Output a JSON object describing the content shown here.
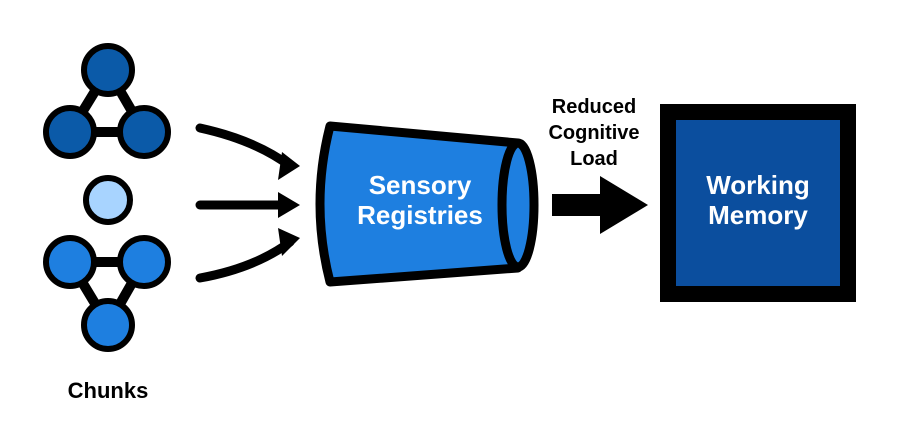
{
  "chunks": {
    "label": "Chunks",
    "top_cluster_color": "#0b5aa8",
    "middle_node_color": "#a8d4ff",
    "bottom_cluster_color": "#1e7fe0"
  },
  "funnel": {
    "label_line1": "Sensory",
    "label_line2": "Registries",
    "color": "#1e7fe0"
  },
  "arrow_label": {
    "line1": "Reduced",
    "line2": "Cognitive",
    "line3": "Load"
  },
  "working_memory": {
    "label_line1": "Working",
    "label_line2": "Memory",
    "color": "#0b4e9e"
  },
  "colors": {
    "outline": "#000000",
    "text_on_shape": "#ffffff",
    "text_dark": "#000000"
  }
}
